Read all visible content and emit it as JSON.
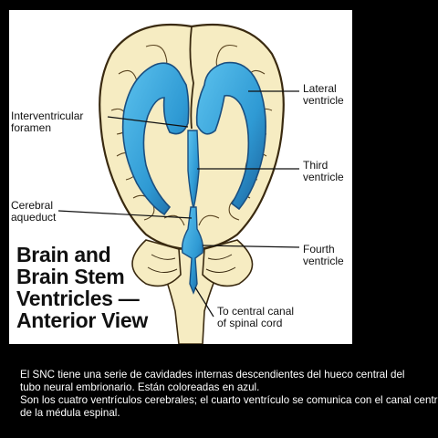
{
  "diagram": {
    "title_lines": [
      "Brain and",
      "Brain Stem",
      "Ventricles —",
      "Anterior View"
    ],
    "labels": {
      "lateral_ventricle": [
        "Lateral",
        "ventricle"
      ],
      "interventricular_foramen": [
        "Interventricular",
        "foramen"
      ],
      "third_ventricle": [
        "Third",
        "ventricle"
      ],
      "cerebral_aqueduct": [
        "Cerebral",
        "aqueduct"
      ],
      "fourth_ventricle": [
        "Fourth",
        "ventricle"
      ],
      "central_canal": [
        "To central canal",
        "of spinal cord"
      ]
    },
    "colors": {
      "brain_fill": "#f6ecc2",
      "outline": "#3a2a10",
      "ventricle_fill": "#2f9ad4",
      "ventricle_dark": "#1a5f99"
    }
  },
  "caption": {
    "lines": [
      "El SNC tiene una serie de cavidades internas descendientes del hueco central del",
      "tubo neural embrionario. Están coloreadas en azul.",
      "Son los cuatro ventrículos cerebrales; el cuarto ventrículo se comunica con el canal central",
      "de la  médula espinal."
    ]
  }
}
